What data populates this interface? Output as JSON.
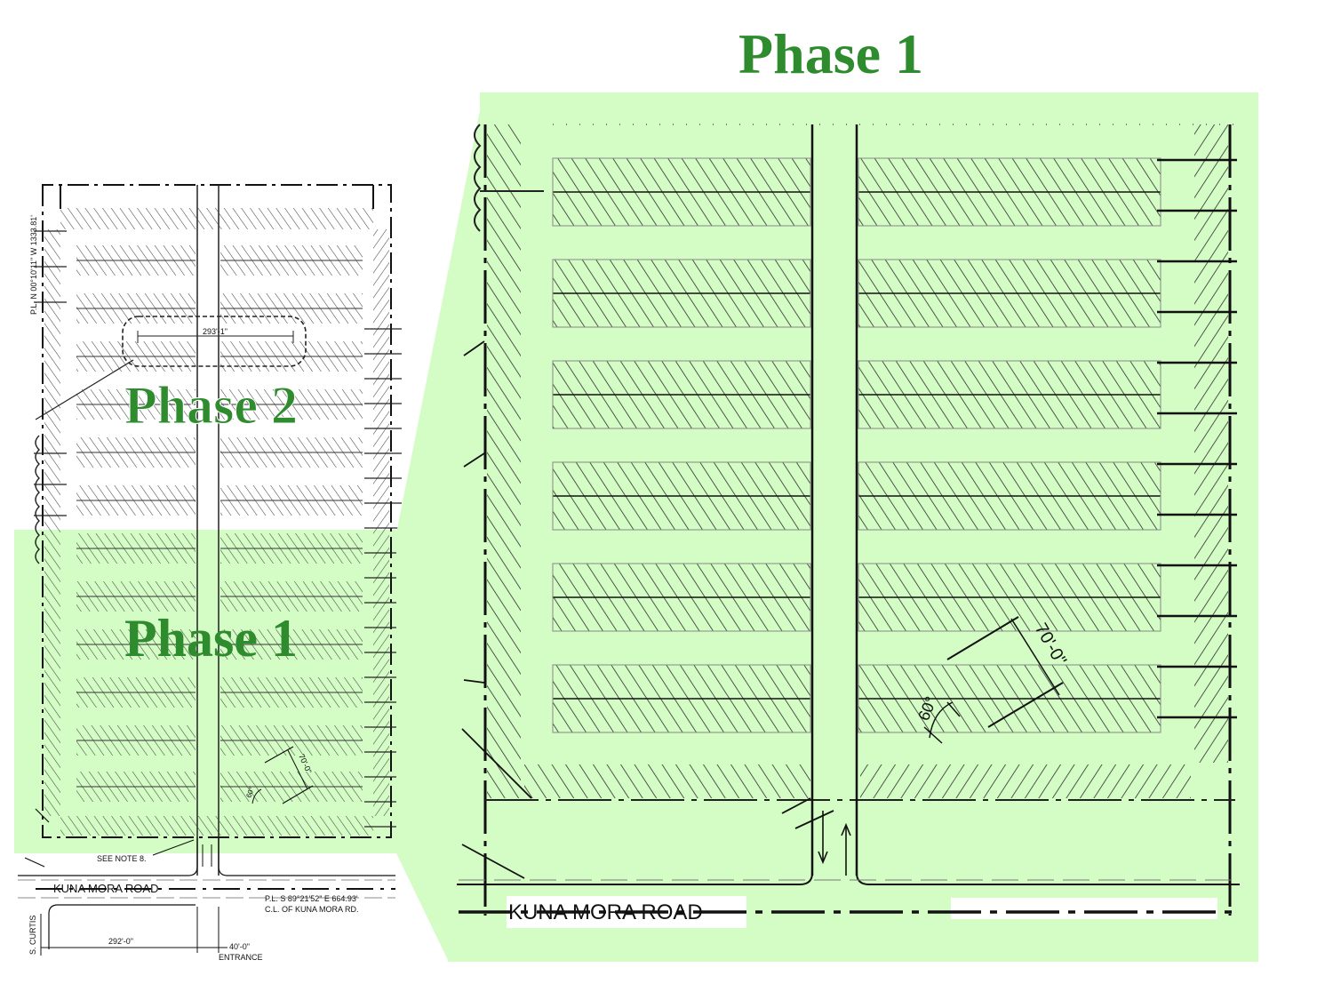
{
  "colors": {
    "phase_green": "#2e8b2e",
    "highlight": "#d4fcc5",
    "ink": "#111111",
    "hatch": "#333333"
  },
  "overview": {
    "phase2_label": "Phase 2",
    "phase1_label": "Phase 1",
    "dim_inner_width": "293'-1\"",
    "north_line": "P.L. N 00°10'11\" W   1333.81'",
    "see_note": "SEE NOTE 8.",
    "road_name": "KUNA MORA ROAD",
    "south_line": "P.L. S 89°21'52\" E   664.93'",
    "centerline": "C.L. OF KUNA MORA RD.",
    "curtis": "S. CURTIS",
    "dim_left": "292'-0\"",
    "dim_entrance": "40'-0\"",
    "entrance": "ENTRANCE",
    "dim_row": "70'-0\"",
    "angle": "60°"
  },
  "detail": {
    "phase_label": "Phase 1",
    "dim_row": "70'-0\"",
    "angle": "60°",
    "road_name": "KUNA MORA ROAD"
  }
}
